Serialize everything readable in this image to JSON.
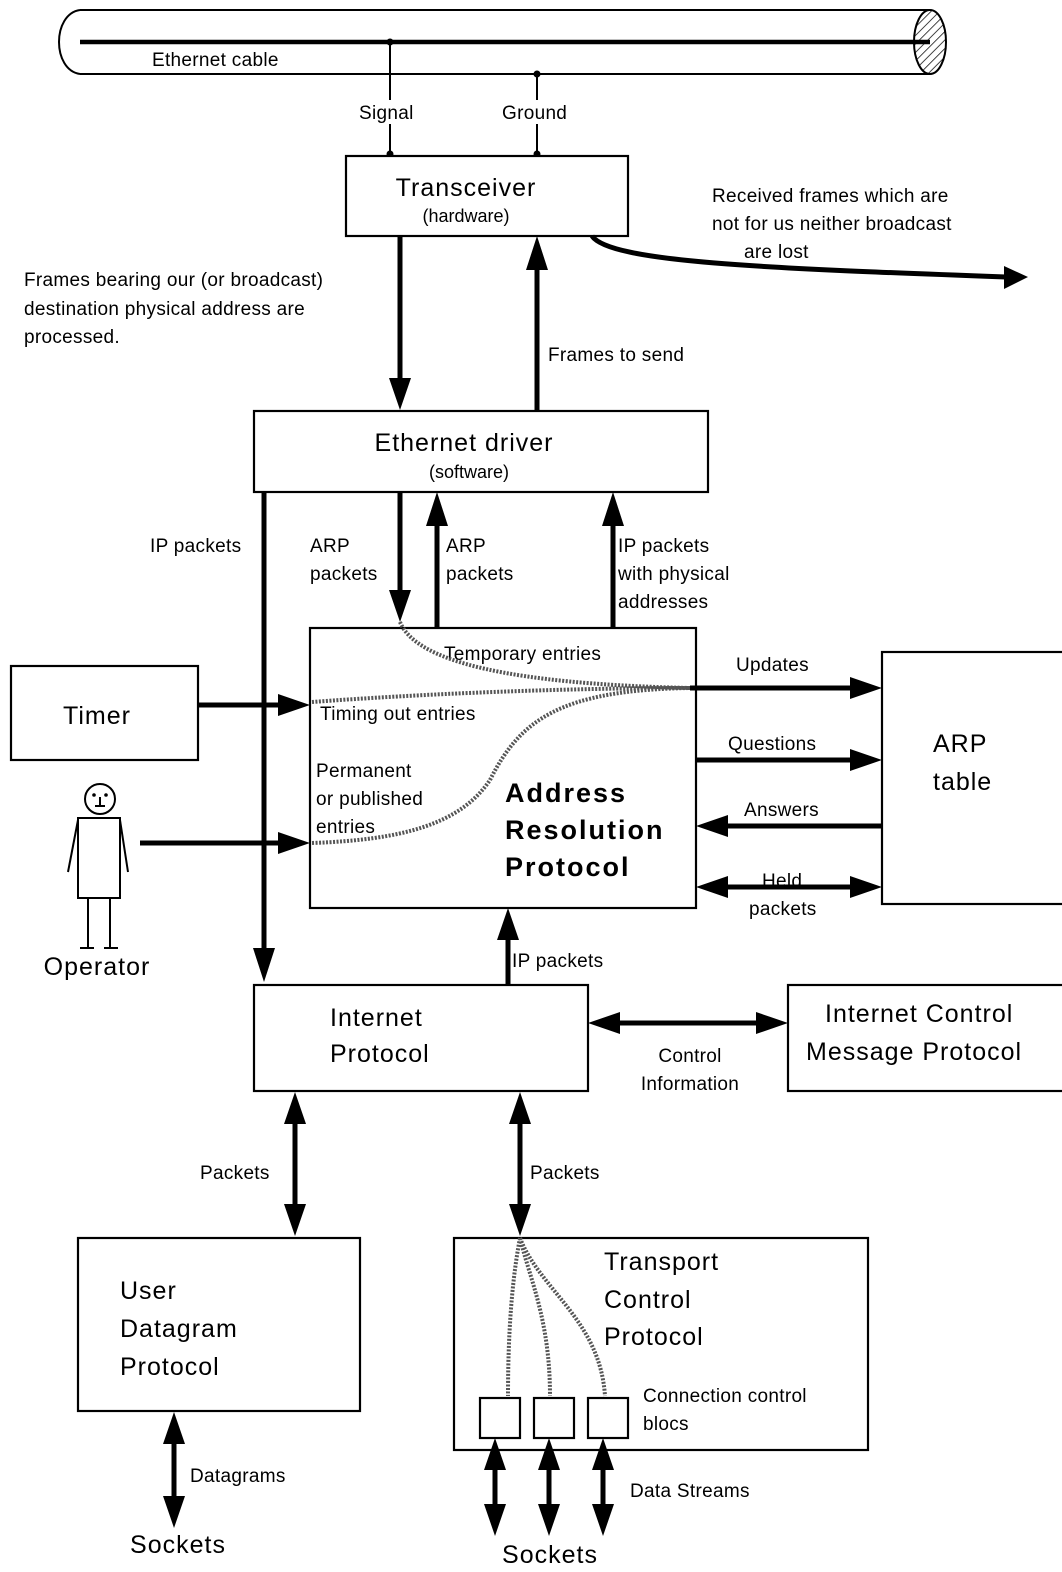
{
  "cable": {
    "label": "Ethernet cable",
    "signal": "Signal",
    "ground": "Ground"
  },
  "transceiver": {
    "title": "Transceiver",
    "subtitle": "(hardware)"
  },
  "notes": {
    "lost": [
      "Received frames which are",
      "not for us neither broadcast",
      "are lost"
    ],
    "processed": [
      "Frames bearing our (or broadcast)",
      "destination physical address are",
      "processed."
    ],
    "frames_to_send": "Frames to send"
  },
  "driver": {
    "title": "Ethernet  driver",
    "subtitle": "(software)"
  },
  "driver_links": {
    "ip_packets": "IP packets",
    "arp_down": [
      "ARP",
      "packets"
    ],
    "arp_up": [
      "ARP",
      "packets"
    ],
    "ip_physical": [
      "IP packets",
      "with  physical",
      "addresses"
    ]
  },
  "arp": {
    "title": [
      "Address",
      "Resolution",
      "Protocol"
    ],
    "temporary": "Temporary  entries",
    "timing": "Timing out entries",
    "permanent": [
      "Permanent",
      "or published",
      "entries"
    ]
  },
  "timer": {
    "label": "Timer"
  },
  "operator": {
    "label": "Operator"
  },
  "arp_table": {
    "title": [
      "ARP",
      "table"
    ],
    "updates": "Updates",
    "questions": "Questions",
    "answers": "Answers",
    "held": [
      "Held",
      "packets"
    ]
  },
  "ip": {
    "title": [
      "Internet",
      "Protocol"
    ],
    "ip_packets": "IP packets"
  },
  "icmp": {
    "title": [
      "Internet  Control",
      "Message  Protocol"
    ],
    "control": [
      "Control",
      "Information"
    ]
  },
  "udp": {
    "title": [
      "User",
      "Datagram",
      "Protocol"
    ],
    "packets": "Packets",
    "datagrams": "Datagrams",
    "sockets": "Sockets"
  },
  "tcp": {
    "title": [
      "Transport",
      "Control",
      "Protocol"
    ],
    "packets": "Packets",
    "blocs": [
      "Connection  control",
      "blocs"
    ],
    "streams": "Data Streams",
    "sockets": "Sockets"
  }
}
